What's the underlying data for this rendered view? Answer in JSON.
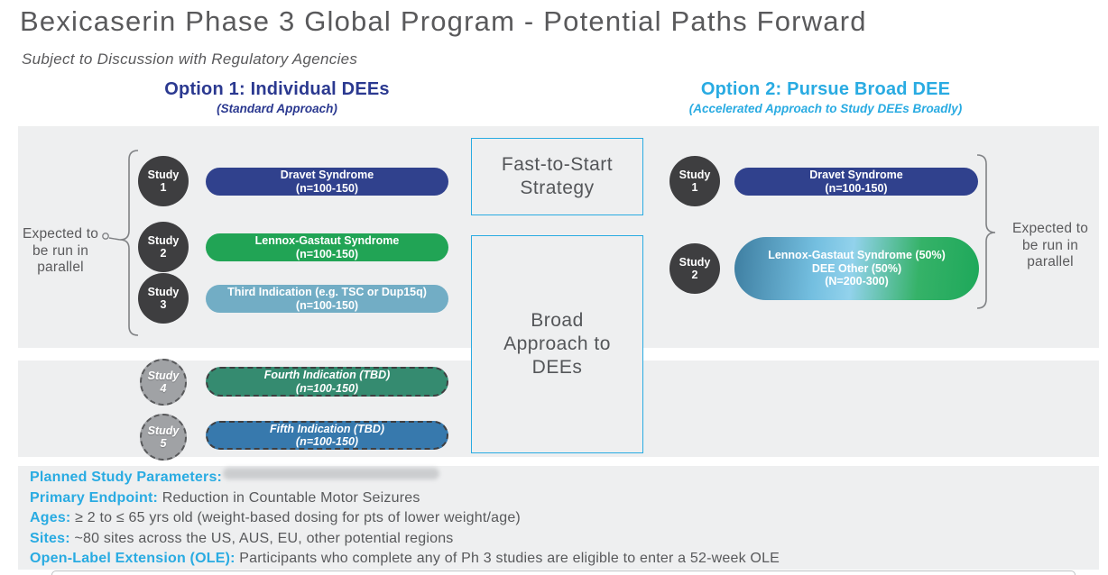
{
  "slide": {
    "title": "Bexicaserin Phase 3 Global Program - Potential Paths Forward",
    "subtitle": "Subject to Discussion with Regulatory Agencies"
  },
  "option1": {
    "title": "Option 1: Individual DEEs",
    "subtitle": "(Standard Approach)",
    "parallel_label": "Expected to be run in parallel",
    "studies": [
      {
        "badge": "Study",
        "number": "1",
        "line1": "Dravet Syndrome",
        "line2": "(n=100-150)",
        "color": "#30418D"
      },
      {
        "badge": "Study",
        "number": "2",
        "line1": "Lennox-Gastaut Syndrome",
        "line2": "(n=100-150)",
        "color": "#21A455"
      },
      {
        "badge": "Study",
        "number": "3",
        "line1": "Third Indication (e.g. TSC or Dup15q)",
        "line2": "(n=100-150)",
        "color": "#72ADC5"
      }
    ],
    "future_studies": [
      {
        "badge": "Study",
        "number": "4",
        "line1": "Fourth Indication (TBD)",
        "line2": "(n=100-150)",
        "color": "#358B70"
      },
      {
        "badge": "Study",
        "number": "5",
        "line1": "Fifth Indication (TBD)",
        "line2": "(n=100-150)",
        "color": "#3779AD"
      }
    ]
  },
  "strategy_boxes": [
    {
      "label": "Fast-to-Start Strategy"
    },
    {
      "label": "Broad Approach to DEEs"
    }
  ],
  "option2": {
    "title": "Option 2: Pursue Broad DEE",
    "subtitle": "(Accelerated Approach to Study DEEs Broadly)",
    "parallel_label": "Expected to be run in parallel",
    "studies": [
      {
        "badge": "Study",
        "number": "1",
        "line1": "Dravet Syndrome",
        "line2": "(n=100-150)",
        "color": "#30418D"
      },
      {
        "badge": "Study",
        "number": "2",
        "line1": "Lennox-Gastaut Syndrome (50%)",
        "line2": "DEE Other (50%)",
        "line3": "(N=200-300)",
        "gradient_left": "#3E7EA1",
        "gradient_mid": "#92D2EC",
        "gradient_right": "#1EA85A"
      }
    ]
  },
  "parameters": {
    "heading": "Planned Study Parameters:",
    "items": [
      {
        "label": "Primary Endpoint:",
        "text": "Reduction in Countable Motor Seizures"
      },
      {
        "label": "Ages:",
        "text": "≥ 2 to ≤ 65 yrs old (weight-based dosing for pts of lower weight/age)"
      },
      {
        "label": "Sites:",
        "text": "~80 sites across the US, AUS, EU, other potential regions"
      },
      {
        "label": "Open-Label Extension (OLE):",
        "text": "Participants who complete any of Ph 3 studies are eligible to enter a 52-week OLE"
      }
    ]
  },
  "colors": {
    "option1_accent": "#2B3990",
    "option2_accent": "#29ABE2",
    "panel_bg": "#EEEFF0",
    "text_gray": "#58595B",
    "study_circle_dark": "#3E3E40",
    "study_circle_future": "#A0A2A5"
  }
}
